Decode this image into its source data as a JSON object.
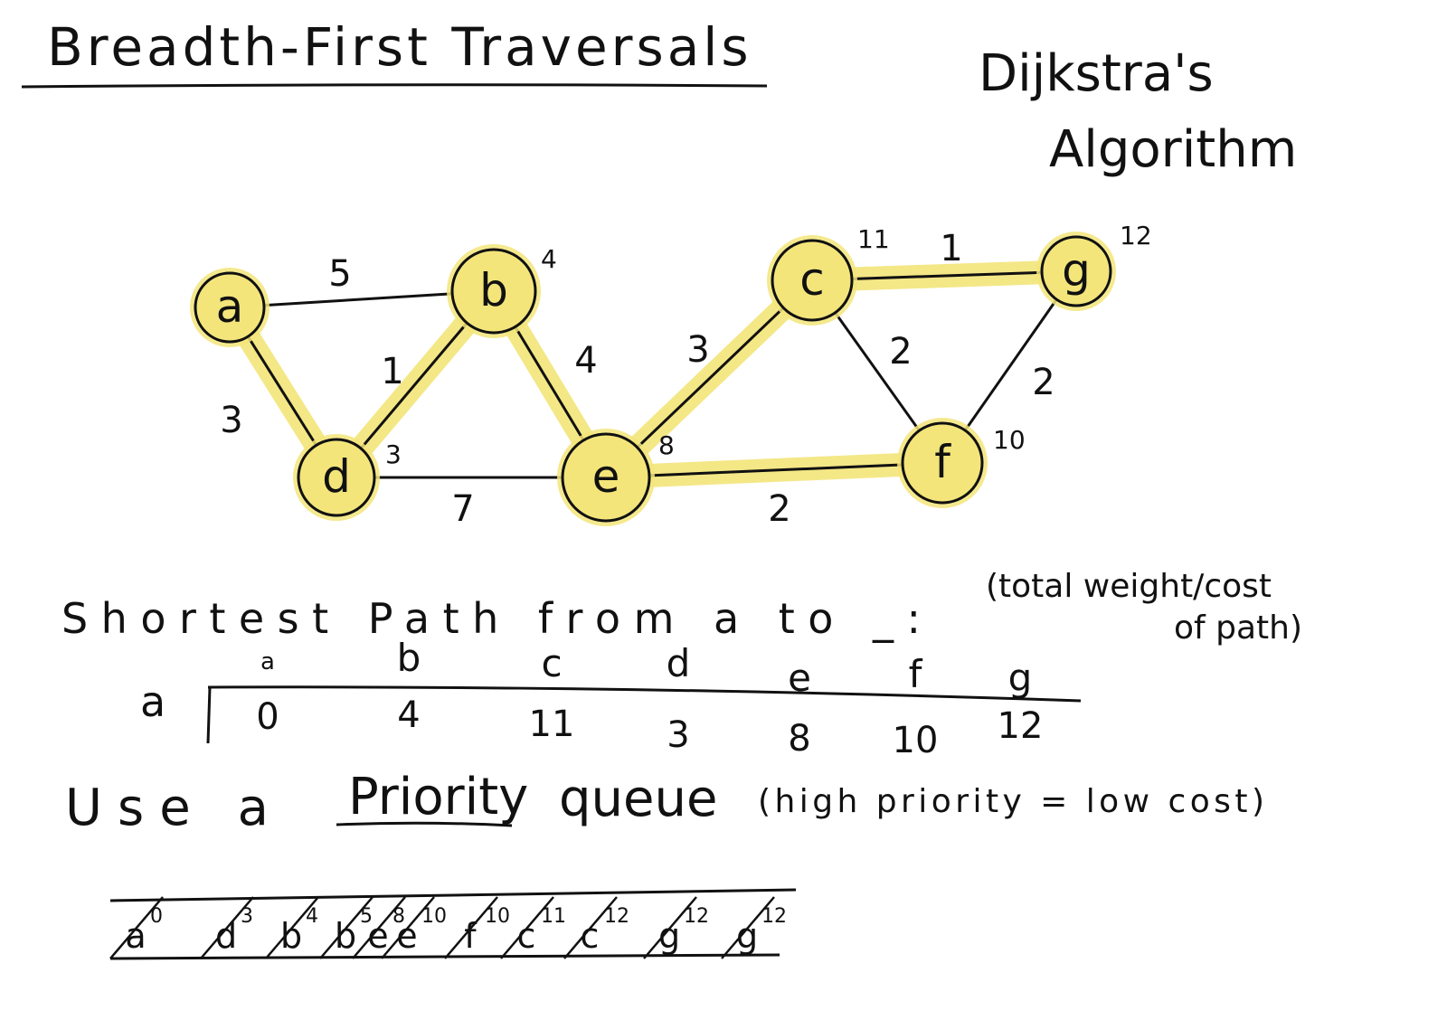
{
  "title": "Breadth-First Traversals",
  "side_title": {
    "line1": "Dijkstra's",
    "line2": "Algorithm"
  },
  "colors": {
    "highlight": "#f3e57a",
    "ink": "#111111",
    "background": "#ffffff"
  },
  "graph": {
    "nodes": [
      {
        "id": "a",
        "label": "a",
        "dist": ""
      },
      {
        "id": "b",
        "label": "b",
        "dist": "4"
      },
      {
        "id": "c",
        "label": "c",
        "dist": "11"
      },
      {
        "id": "d",
        "label": "d",
        "dist": "3"
      },
      {
        "id": "e",
        "label": "e",
        "dist": "8"
      },
      {
        "id": "f",
        "label": "f",
        "dist": "10"
      },
      {
        "id": "g",
        "label": "g",
        "dist": "12"
      }
    ],
    "edges": [
      {
        "from": "a",
        "to": "b",
        "weight": "5",
        "highlighted": false
      },
      {
        "from": "a",
        "to": "d",
        "weight": "3",
        "highlighted": true
      },
      {
        "from": "d",
        "to": "b",
        "weight": "1",
        "highlighted": true
      },
      {
        "from": "b",
        "to": "e",
        "weight": "4",
        "highlighted": true
      },
      {
        "from": "d",
        "to": "e",
        "weight": "7",
        "highlighted": false
      },
      {
        "from": "e",
        "to": "c",
        "weight": "3",
        "highlighted": true
      },
      {
        "from": "c",
        "to": "g",
        "weight": "1",
        "highlighted": true
      },
      {
        "from": "c",
        "to": "f",
        "weight": "2",
        "highlighted": false
      },
      {
        "from": "g",
        "to": "f",
        "weight": "2",
        "highlighted": false
      },
      {
        "from": "e",
        "to": "f",
        "weight": "2",
        "highlighted": true
      }
    ]
  },
  "shortest_path": {
    "heading": "Shortest Path from a to _:",
    "note_line1": "(total weight/cost",
    "note_line2": "of path)",
    "row_label": "a",
    "columns": [
      "a",
      "b",
      "c",
      "d",
      "e",
      "f",
      "g"
    ],
    "values": [
      "0",
      "4",
      "11",
      "3",
      "8",
      "10",
      "12"
    ]
  },
  "priority_line": {
    "prefix": "Use a",
    "underlined": "Priority",
    "suffix": "queue",
    "note": "(high priority = low cost)"
  },
  "queue": {
    "entries": [
      {
        "letter": "a",
        "sup": "0"
      },
      {
        "letter": "d",
        "sup": "3"
      },
      {
        "letter": "b",
        "sup": "4"
      },
      {
        "letter": "b",
        "sup": "5"
      },
      {
        "letter": "e",
        "sup": "8"
      },
      {
        "letter": "e",
        "sup": "10"
      },
      {
        "letter": "f",
        "sup": "10"
      },
      {
        "letter": "c",
        "sup": "11"
      },
      {
        "letter": "c",
        "sup": "12"
      },
      {
        "letter": "g",
        "sup": "12"
      },
      {
        "letter": "g",
        "sup": "12"
      }
    ]
  }
}
